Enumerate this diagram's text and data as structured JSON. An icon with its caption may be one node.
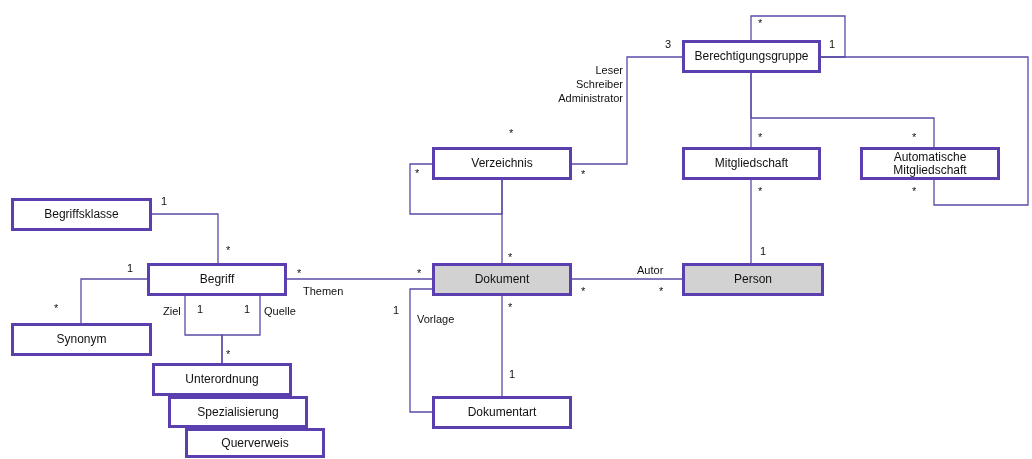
{
  "diagram": {
    "nodes": [
      {
        "text": [
          "Berechtigungsgruppe"
        ]
      },
      {
        "text": [
          "Verzeichnis"
        ]
      },
      {
        "text": [
          "Mitgliedschaft"
        ]
      },
      {
        "text": [
          "Automatische Mitgliedschaft"
        ]
      },
      {
        "text": [
          "Begriffsklasse"
        ]
      },
      {
        "text": [
          "Begriff"
        ]
      },
      {
        "text": [
          "Dokument"
        ]
      },
      {
        "text": [
          "Person"
        ]
      },
      {
        "text": [
          "Synonym"
        ]
      },
      {
        "text": [
          "Unterordnung"
        ]
      },
      {
        "text": [
          "Spezialisierung"
        ]
      },
      {
        "text": [
          "Querverweis"
        ]
      },
      {
        "text": [
          "Dokumentart"
        ]
      }
    ],
    "edges": [
      {
        "from": 0,
        "to": 0,
        "arrow": "none"
      },
      {
        "from": 0,
        "to": 1,
        "arrow": "none",
        "label": "Leser Schreiber Administrator"
      },
      {
        "from": 0,
        "to": 2,
        "arrow": "other"
      },
      {
        "from": 0,
        "to": 3,
        "arrow": "other"
      },
      {
        "from": 0,
        "to": 3,
        "arrow": "none"
      },
      {
        "from": 1,
        "to": 1,
        "arrow": "other"
      },
      {
        "from": 1,
        "to": 6,
        "arrow": "other"
      },
      {
        "from": 2,
        "to": 7,
        "arrow": "none"
      },
      {
        "from": 4,
        "to": 5,
        "arrow": "none"
      },
      {
        "from": 5,
        "to": 8,
        "arrow": "none"
      },
      {
        "from": 5,
        "to": 6,
        "arrow": "none",
        "label": "Themen"
      },
      {
        "from": 5,
        "to": 9,
        "arrow": "none",
        "label": "Ziel"
      },
      {
        "from": 5,
        "to": 9,
        "arrow": "none",
        "label": "Quelle"
      },
      {
        "from": 6,
        "to": 7,
        "arrow": "none",
        "label": "Autor"
      },
      {
        "from": 6,
        "to": 12,
        "arrow": "none"
      },
      {
        "from": 6,
        "to": 12,
        "arrow": "none",
        "label": "Vorlage"
      }
    ],
    "labels": [
      "*",
      "3",
      "1",
      "*",
      "*",
      "*",
      "*",
      "*",
      "*",
      "*",
      "1",
      "*",
      "*",
      "1",
      "1",
      "*",
      "*",
      "*",
      "1",
      "1",
      "*",
      "*",
      "1",
      "*",
      "*",
      "1"
    ]
  }
}
